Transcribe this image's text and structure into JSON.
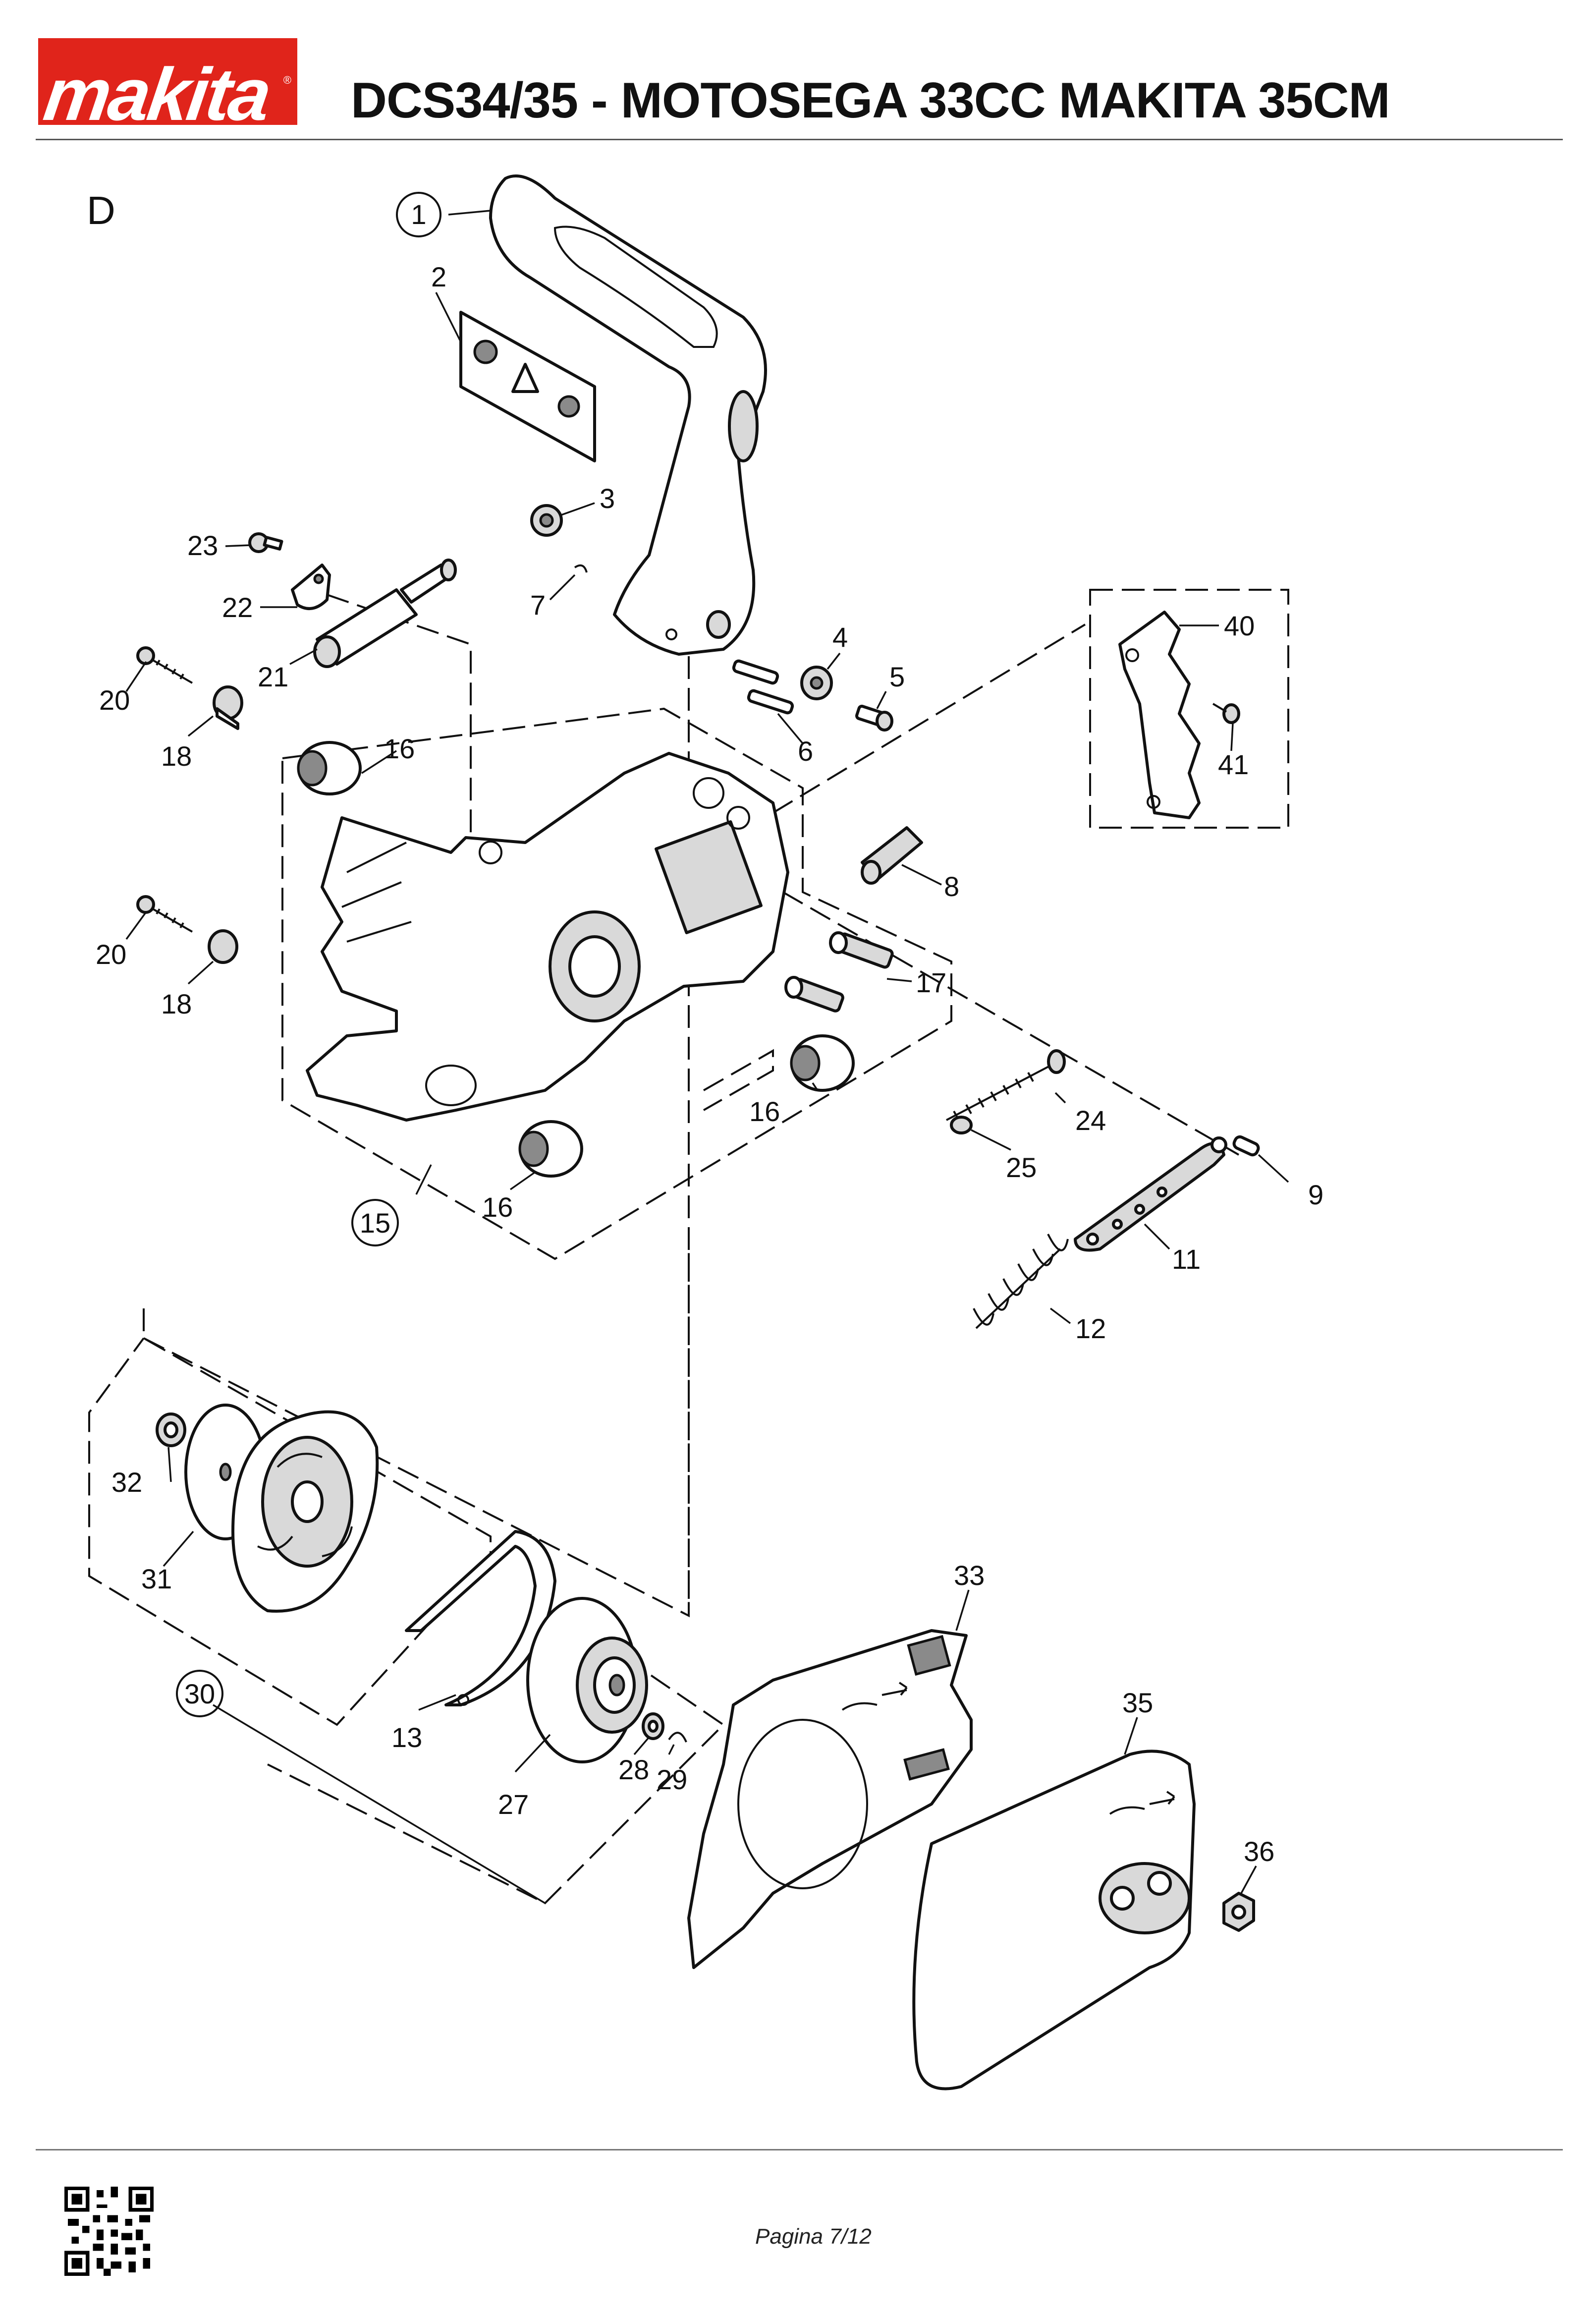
{
  "header": {
    "brand": "makita",
    "title": "DCS34/35 - MOTOSEGA 33CC MAKITA 35CM"
  },
  "section": "D",
  "footer": {
    "page": "Pagina 7/12"
  },
  "colors": {
    "brand_red": "#e0241b",
    "line": "#111111"
  },
  "labels": {
    "p1": "1",
    "p2": "2",
    "p3": "3",
    "p4": "4",
    "p5": "5",
    "p6": "6",
    "p7": "7",
    "p8": "8",
    "p9": "9",
    "p11": "11",
    "p12": "12",
    "p13": "13",
    "p15": "15",
    "p16a": "16",
    "p16b": "16",
    "p16c": "16",
    "p17": "17",
    "p18a": "18",
    "p18b": "18",
    "p20a": "20",
    "p20b": "20",
    "p21": "21",
    "p22": "22",
    "p23": "23",
    "p24": "24",
    "p25": "25",
    "p27": "27",
    "p28": "28",
    "p29": "29",
    "p30": "30",
    "p31": "31",
    "p32": "32",
    "p33": "33",
    "p35": "35",
    "p36": "36",
    "p40": "40",
    "p41": "41"
  }
}
